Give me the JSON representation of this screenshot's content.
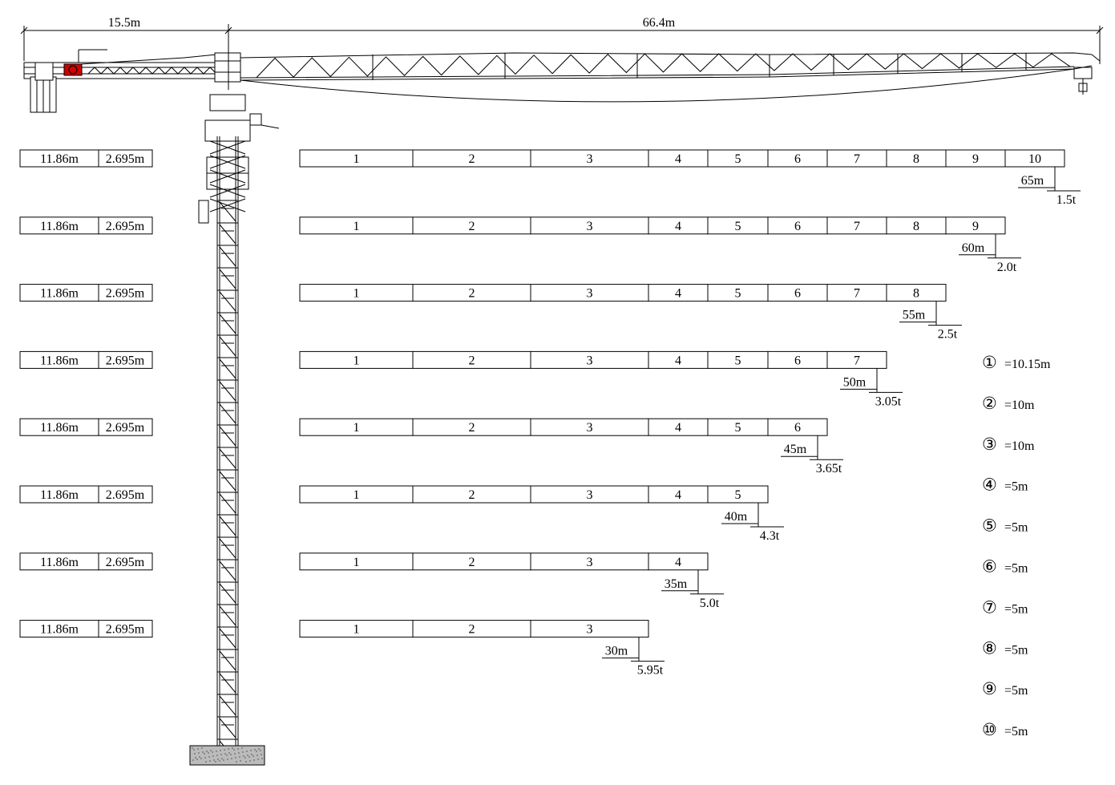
{
  "dimensions": {
    "counter_jib": "15.5m",
    "jib": "66.4m"
  },
  "counterweight_labels": [
    "11.86m",
    "2.695m"
  ],
  "configurations": [
    {
      "sections": 10,
      "radius": "65m",
      "load": "1.5t"
    },
    {
      "sections": 9,
      "radius": "60m",
      "load": "2.0t"
    },
    {
      "sections": 8,
      "radius": "55m",
      "load": "2.5t"
    },
    {
      "sections": 7,
      "radius": "50m",
      "load": "3.05t"
    },
    {
      "sections": 6,
      "radius": "45m",
      "load": "3.65t"
    },
    {
      "sections": 5,
      "radius": "40m",
      "load": "4.3t"
    },
    {
      "sections": 4,
      "radius": "35m",
      "load": "5.0t"
    },
    {
      "sections": 3,
      "radius": "30m",
      "load": "5.95t"
    }
  ],
  "section_numbers": [
    "1",
    "2",
    "3",
    "4",
    "5",
    "6",
    "7",
    "8",
    "9",
    "10"
  ],
  "legend": [
    {
      "symbol": "①",
      "value": "=10.15m"
    },
    {
      "symbol": "②",
      "value": "=10m"
    },
    {
      "symbol": "③",
      "value": "=10m"
    },
    {
      "symbol": "④",
      "value": "=5m"
    },
    {
      "symbol": "⑤",
      "value": "=5m"
    },
    {
      "symbol": "⑥",
      "value": "=5m"
    },
    {
      "symbol": "⑦",
      "value": "=5m"
    },
    {
      "symbol": "⑧",
      "value": "=5m"
    },
    {
      "symbol": "⑨",
      "value": "=5m"
    },
    {
      "symbol": "⑩",
      "value": "=5m"
    }
  ],
  "colors": {
    "line": "#000000",
    "accent": "#cc0000",
    "foundation": "#bbbbbb"
  }
}
